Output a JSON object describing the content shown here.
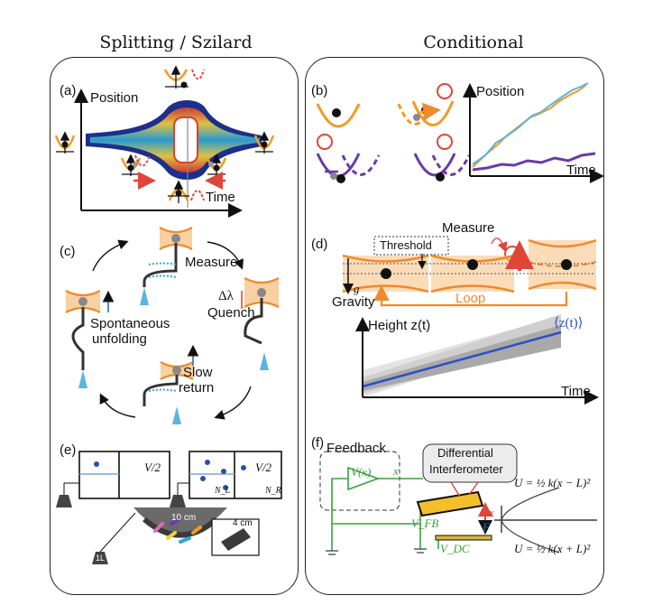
{
  "columns": {
    "left": "Splitting / Szilard",
    "right": "Conditional"
  },
  "panel_a": {
    "tag": "(a)",
    "ylabel": "Position",
    "xlabel": "Time"
  },
  "panel_b": {
    "tag": "(b)",
    "ylabel": "Position",
    "xlabel": "Time"
  },
  "panel_c": {
    "tag": "(c)",
    "measure": "Measure",
    "delta": "Δλ",
    "quench": "Quench",
    "spontaneous_1": "Spontaneous",
    "spontaneous_2": "unfolding",
    "slow_1": "Slow",
    "slow_2": "return"
  },
  "panel_d": {
    "tag": "(d)",
    "measure": "Measure",
    "threshold": "Threshold",
    "gravity": "Gravity",
    "g": "g",
    "loop": "Loop",
    "height": "Height z(t)",
    "avg": "⟨z(t)⟩",
    "time": "Time"
  },
  "panel_e": {
    "tag": "(e)",
    "v2_left": "V/2",
    "v2_right": "V/2",
    "nl": "N_L",
    "nr": "N_R",
    "cm10": "10 cm",
    "cm4": "4 cm",
    "weight": "1L"
  },
  "panel_f": {
    "tag": "(f)",
    "feedback": "Feedback",
    "interf_1": "Differential",
    "interf_2": "Interferometer",
    "vx": "V(x)",
    "x": "x",
    "x2": "x",
    "F": "F",
    "vfb": "V_FB",
    "vdc": "V_DC",
    "u_top": "U = ½ k(x − L)²",
    "u_bot": "U = ½ k(x + L)²"
  },
  "colors": {
    "orange": "#f39a22",
    "purple": "#6a3aa8",
    "blue_line": "#2b4fc7",
    "cyan": "#5ab4e0",
    "green": "#3aa13a",
    "red": "#e0453a"
  }
}
